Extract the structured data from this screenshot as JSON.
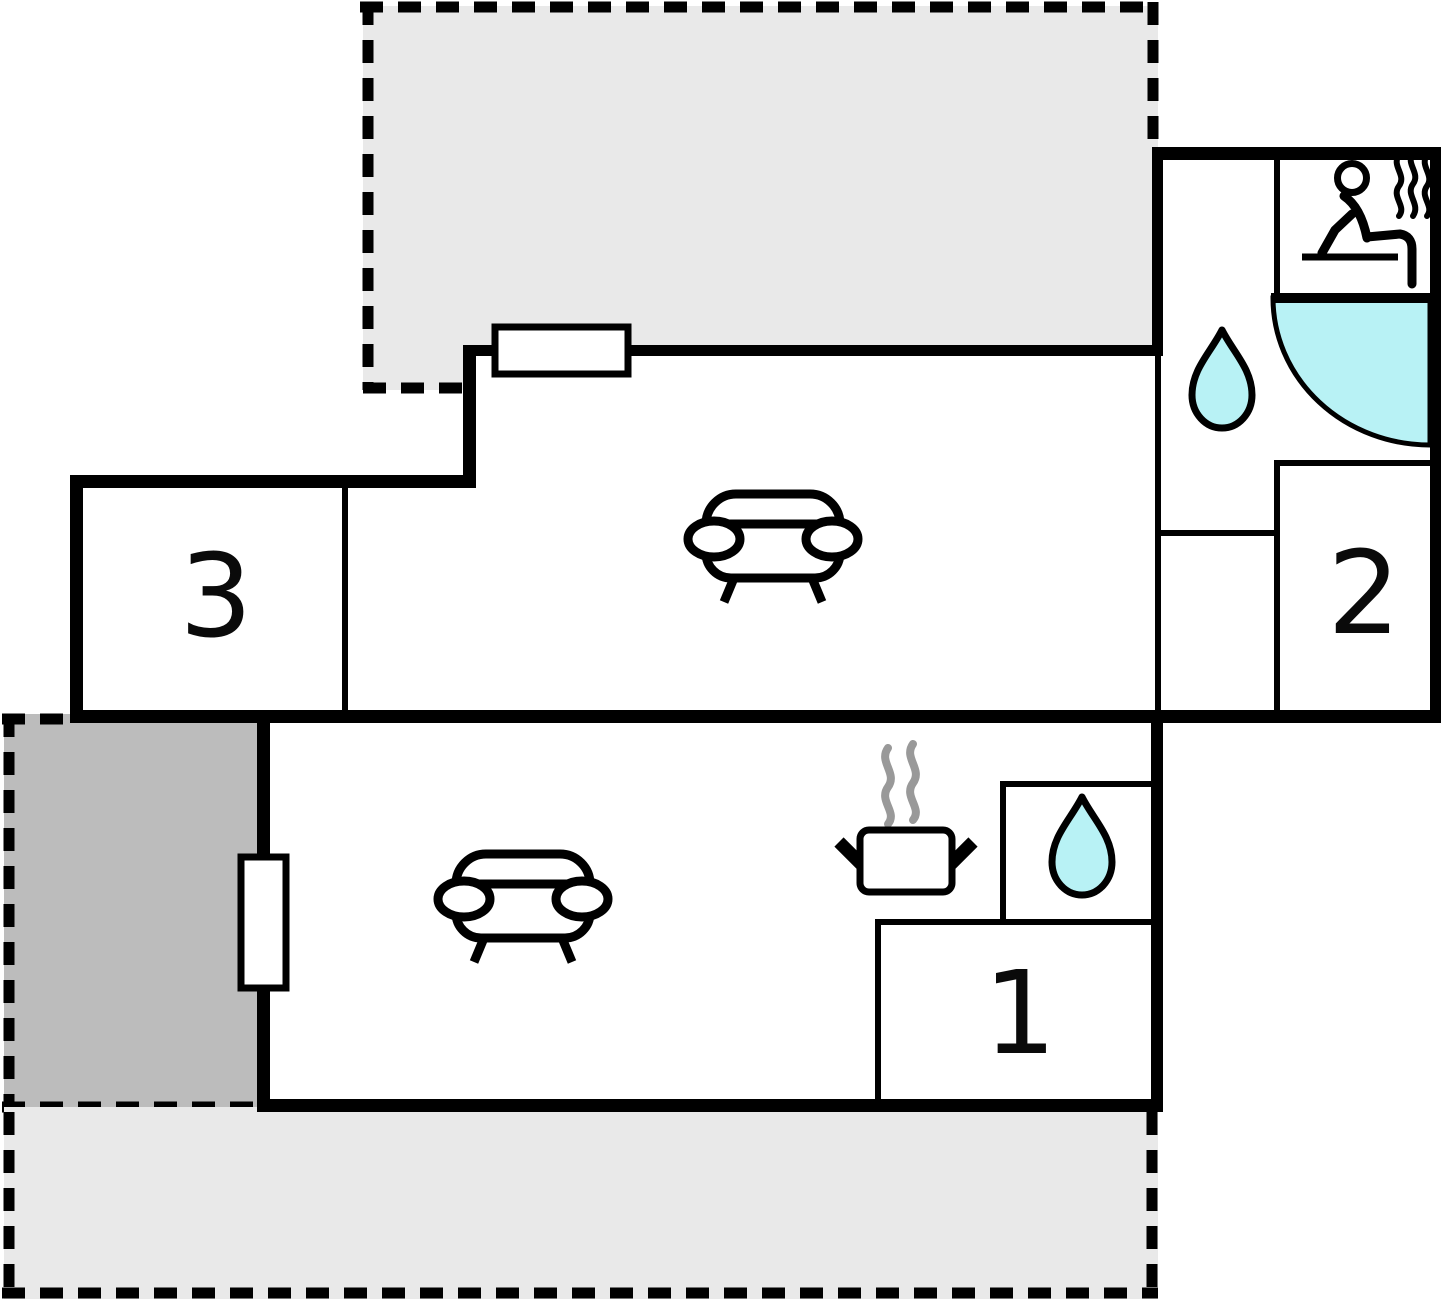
{
  "page": {
    "type": "floor-plan"
  },
  "colors": {
    "wall": "#000000",
    "terrace": "#e9e9e9",
    "balcony": "#bcbcbc",
    "water": "#b8f2f5",
    "steam": "#999999",
    "background": "#ffffff",
    "label": "#0a0a0a"
  },
  "rooms": [
    {
      "id": "bedroom-1",
      "label": "1"
    },
    {
      "id": "bedroom-2",
      "label": "2"
    },
    {
      "id": "bedroom-3",
      "label": "3"
    }
  ],
  "icons": {
    "living_room_sofa": "sofa",
    "lounge_sofa": "sofa",
    "bathroom_water_drop": "water-drop",
    "kitchen_water_drop": "water-drop",
    "kitchen_pot": "cooking-pot",
    "kitchen_steam": "steam-waves",
    "sauna_person": "sauna-person",
    "sauna_steam": "heat-waves",
    "shower": "quarter-circle-shower",
    "window_top": "window",
    "window_left": "window"
  }
}
